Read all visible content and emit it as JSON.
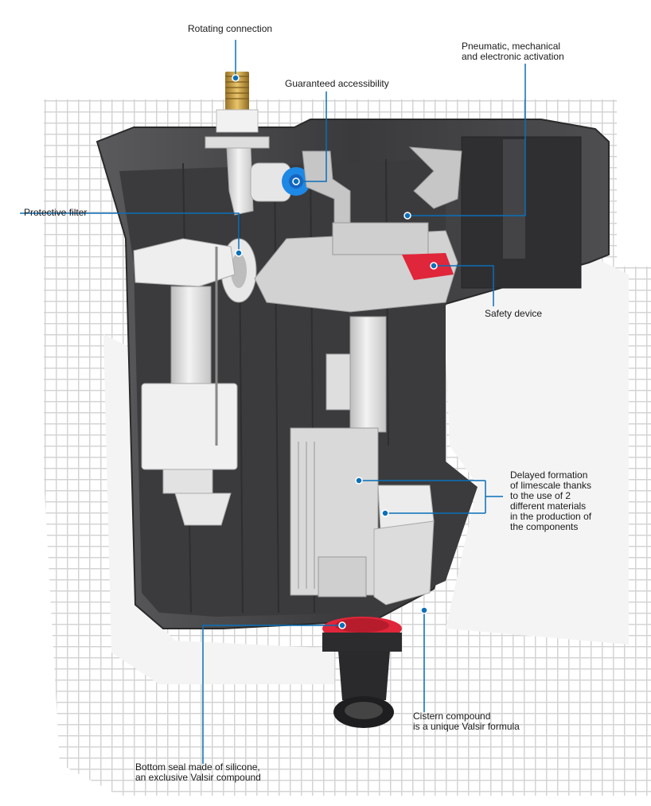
{
  "colors": {
    "leader": "#0b6fb8",
    "cistern_body": "#4a4a4c",
    "cistern_interior": "#38383a",
    "mechanism": "#dcdcdc",
    "accent_red": "#e0263a",
    "accent_blue": "#1e88e5",
    "brass": "#c79a3a",
    "mesh": "#d8d8d8"
  },
  "labels": {
    "rotating_connection": "Rotating connection",
    "guaranteed_accessibility": "Guaranteed accessibility",
    "activation": [
      "Pneumatic, mechanical",
      "and electronic activation"
    ],
    "protective_filter": "Protective filter",
    "safety_device": "Safety device",
    "limescale": [
      "Delayed formation",
      "of limescale thanks",
      "to the use of 2",
      "different materials",
      "in the production of",
      "the components"
    ],
    "cistern_compound": [
      "Cistern compound",
      "is a unique Valsir formula"
    ],
    "bottom_seal": [
      "Bottom seal made of silicone,",
      "an exclusive Valsir compound"
    ]
  }
}
